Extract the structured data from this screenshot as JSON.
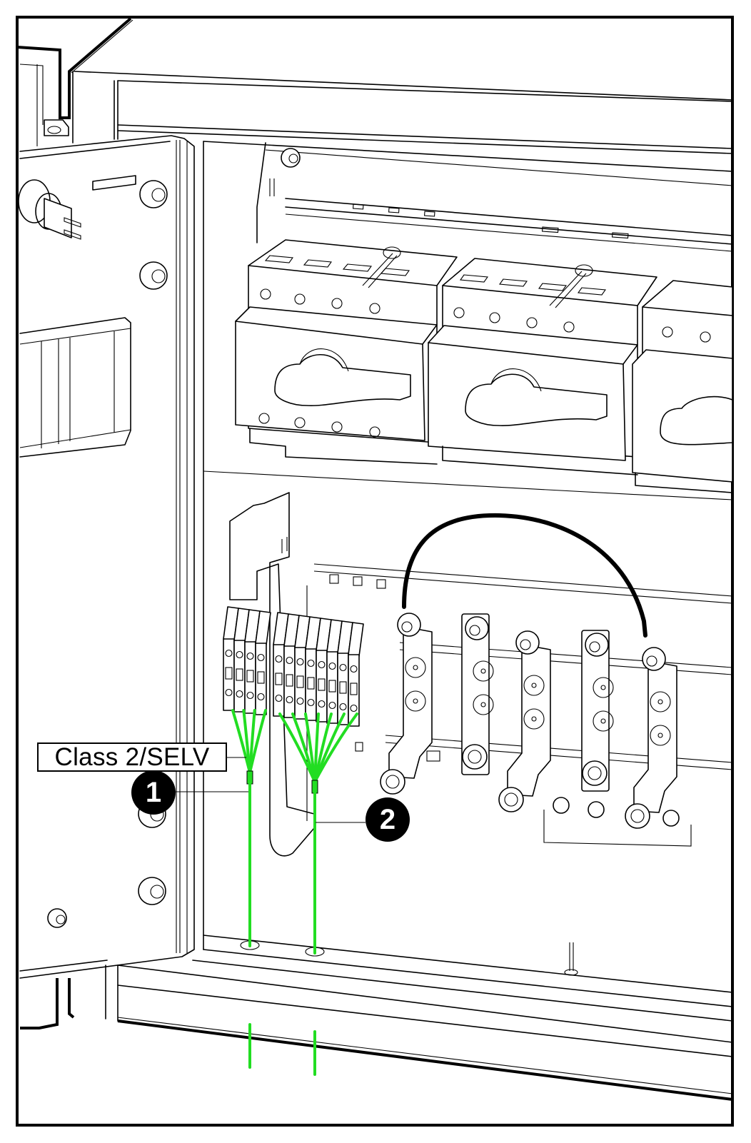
{
  "figure": {
    "description": "Enclosure interior, isometric line drawing: door open at left, row of rotary switch-disconnectors at top, terminal blocks and busbar ground bars at center, low-voltage wire bundles routed down through floor holes",
    "label_text": "Class 2/SELV",
    "callouts": [
      {
        "number": "1",
        "refers_to": "Class 2/SELV wire bundle from left terminal block group"
      },
      {
        "number": "2",
        "refers_to": "Wire bundle from right terminal block group"
      }
    ],
    "colors": {
      "line": "#000000",
      "background": "#ffffff",
      "wire_highlight": "#22dd22",
      "jumper_cable": "#000000",
      "callout_fill": "#000000",
      "callout_text": "#ffffff"
    },
    "components": {
      "switch_disconnectors_visible": 3,
      "terminal_blocks_left_group": 4,
      "terminal_blocks_right_group": 8,
      "ground_busbars": 5,
      "wires_bundle_1": 4,
      "wires_bundle_2": 7
    }
  }
}
